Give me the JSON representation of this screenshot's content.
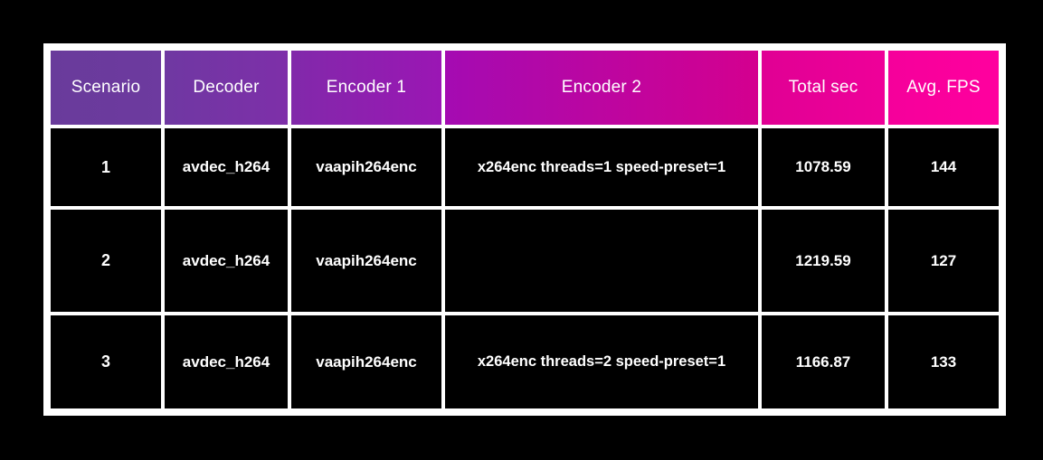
{
  "table": {
    "columns": [
      {
        "key": "scenario",
        "label": "Scenario"
      },
      {
        "key": "decoder",
        "label": "Decoder"
      },
      {
        "key": "encoder1",
        "label": "Encoder 1"
      },
      {
        "key": "encoder2",
        "label": "Encoder 2"
      },
      {
        "key": "total",
        "label": "Total sec"
      },
      {
        "key": "fps",
        "label": "Avg. FPS"
      }
    ],
    "rows": [
      {
        "scenario": "1",
        "decoder": "avdec_h264",
        "encoder1": "vaapih264enc",
        "encoder2": "x264enc threads=1 speed-preset=1",
        "total": "1078.59",
        "fps": "144"
      },
      {
        "scenario": "2",
        "decoder": "avdec_h264",
        "encoder1": "vaapih264enc",
        "encoder2": "",
        "total": "1219.59",
        "fps": "127"
      },
      {
        "scenario": "3",
        "decoder": "avdec_h264",
        "encoder1": "vaapih264enc",
        "encoder2": "x264enc threads=2 speed-preset=1",
        "total": "1166.87",
        "fps": "133"
      }
    ]
  },
  "colors": {
    "background": "#000000",
    "grid": "#ffffff",
    "header_gradient_start": "#693b9b",
    "header_gradient_mid": "#a40bb2",
    "header_gradient_end": "#ff009e",
    "cell_background": "#000000",
    "cell_text": "#ffffff"
  }
}
